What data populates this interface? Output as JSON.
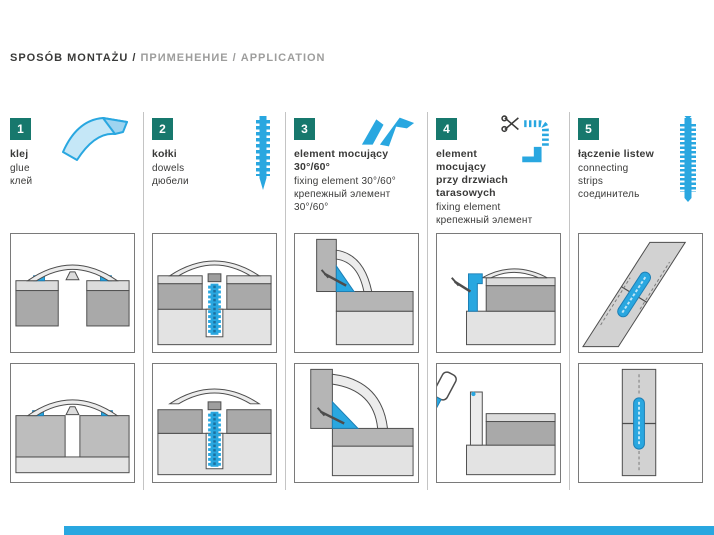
{
  "header": {
    "title_primary": "SPOSÓB MONTAŻU /",
    "title_secondary": " ПРИМЕНЕНИЕ / APPLICATION"
  },
  "colors": {
    "accent_blue": "#29a7e0",
    "accent_blue_light": "#bfe6f7",
    "badge_teal": "#17786d",
    "text_dark": "#3a3a39",
    "text_light": "#9d9d9c"
  },
  "columns": [
    {
      "number": "1",
      "icon": "glue-profile-icon",
      "title": "klej",
      "subtitle": "glue\nклей"
    },
    {
      "number": "2",
      "icon": "dowel-icon",
      "title": "kołki",
      "subtitle": "dowels\nдюбели"
    },
    {
      "number": "3",
      "icon": "fixing-element-icon",
      "title": "element mocujący\n30°/60°",
      "subtitle": "fixing element 30°/60°\nкрепежный элемент\n30°/60°"
    },
    {
      "number": "4",
      "icon": "scissors-cut-icon",
      "title": "element\nmocujący\nprzy drzwiach\ntarasowych",
      "subtitle": "fixing element\nкрепежный элемент"
    },
    {
      "number": "5",
      "icon": "connecting-strip-icon",
      "title": "łączenie listew",
      "subtitle": "connecting\nstrips\nсоединитель"
    }
  ]
}
